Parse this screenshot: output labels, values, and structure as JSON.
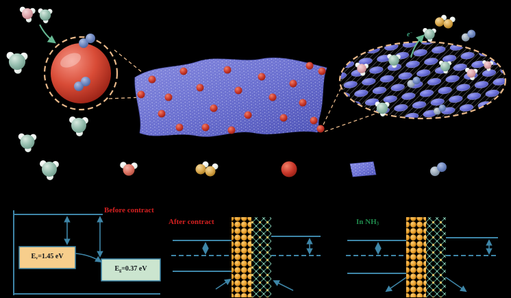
{
  "colors": {
    "background": "#000000",
    "dashed_outline": "#E9B98A",
    "band_line": "#3E86A8",
    "label_red": "#D42020",
    "label_green": "#1F8A4C",
    "electron_green": "#3AA17E",
    "nanosheet": "#6E73D6",
    "nanoparticle_red": "#C8372A",
    "valence_box_fill": "#F7CE8C",
    "bandgap_box_fill": "#CBE5CF",
    "metal_lattice_orange": "#EFA42F",
    "semiconductor_lattice_teal": "#57A38B"
  },
  "top_panel": {
    "electron": {
      "base": "e",
      "sup": "−"
    }
  },
  "legend": {
    "icons": [
      {
        "name": "ammonia-molecule-icon"
      },
      {
        "name": "water-molecule-icon"
      },
      {
        "name": "sulfide-molecule-icon"
      },
      {
        "name": "nanoparticle-icon"
      },
      {
        "name": "nanosheet-icon"
      },
      {
        "name": "diatomic-molecule-icon"
      }
    ]
  },
  "band_diagrams": {
    "before": {
      "title": "Before contract",
      "ev": {
        "base": "E",
        "sub": "v",
        "rest": "=1.45 eV"
      },
      "eg": {
        "base": "E",
        "sub": "g",
        "rest": "=0.37 eV"
      }
    },
    "after": {
      "title": "After contract"
    },
    "in_nh3": {
      "title": {
        "base": "In NH",
        "sub": "3"
      }
    }
  }
}
